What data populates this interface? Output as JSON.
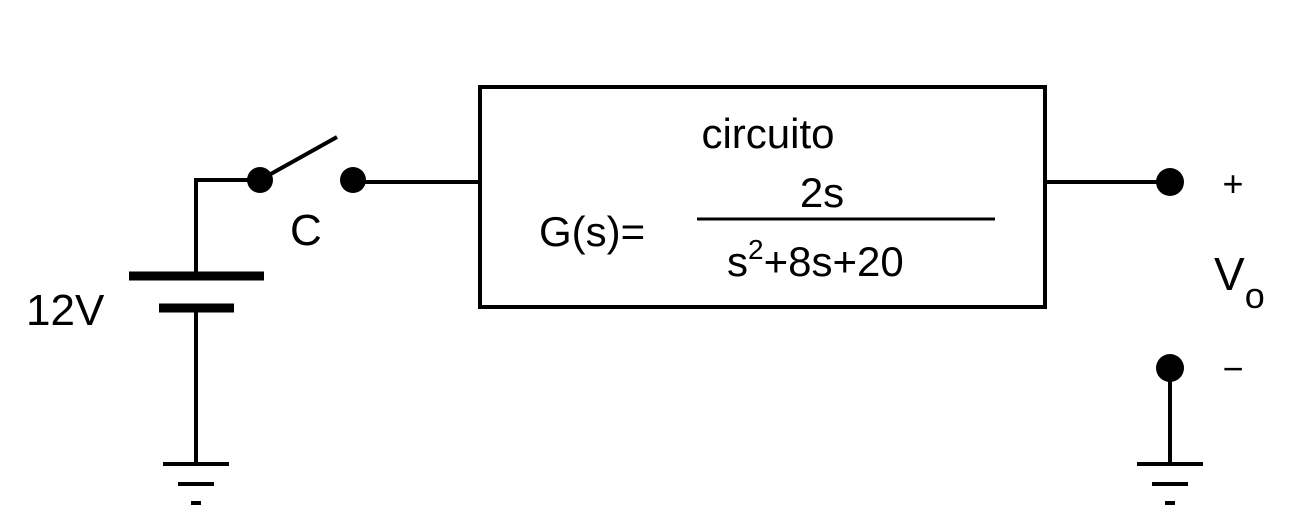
{
  "battery": {
    "label": "12V"
  },
  "switch": {
    "label": "C"
  },
  "block": {
    "title": "circuito",
    "transfer_lhs": "G(s)=",
    "numerator": "2s",
    "denominator_base": "s",
    "denominator_exp": "2",
    "denominator_rest": "+8s+20"
  },
  "output": {
    "plus": "+",
    "minus": "−",
    "label_main": "V",
    "label_sub": "o"
  }
}
